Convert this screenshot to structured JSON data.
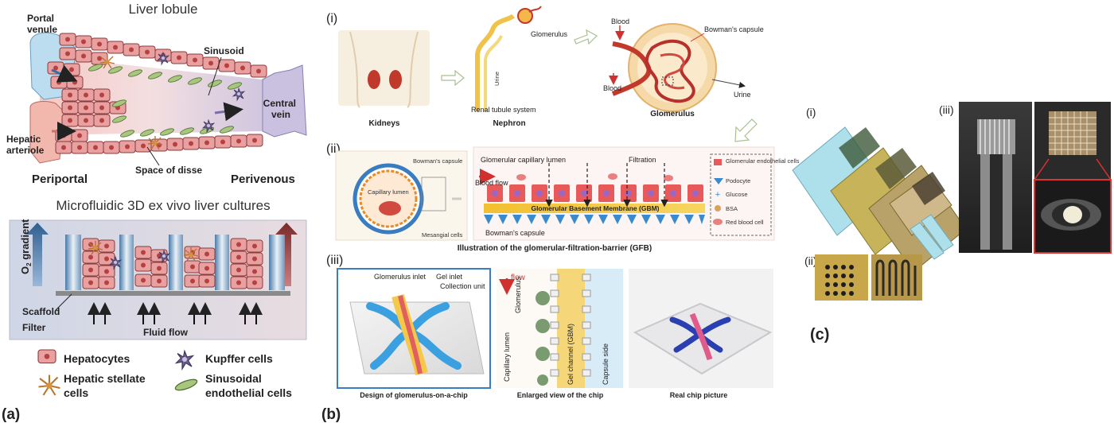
{
  "panel_a": {
    "panel_label": "(a)",
    "top": {
      "title": "Liver lobule",
      "portal_venule": [
        "Portal",
        "venule"
      ],
      "hepatic_arteriole": [
        "Hepatic",
        "arteriole"
      ],
      "sinusoid": "Sinusoid",
      "central_vein": [
        "Central",
        "vein"
      ],
      "space_of_disse": "Space of disse",
      "periportal": "Periportal",
      "perivenous": "Perivenous"
    },
    "bottom": {
      "title": "Microfluidic 3D ex vivo liver cultures",
      "o2_gradient": [
        "O",
        "2",
        " gradient"
      ],
      "scaffold": "Scaffold",
      "filter": "Filter",
      "fluid_flow": "Fluid flow"
    },
    "legend": {
      "hepatocytes": "Hepatocytes",
      "kupffer": "Kupffer cells",
      "stellate": [
        "Hepatic stellate",
        "cells"
      ],
      "sinusoidal": [
        "Sinusoidal",
        "endothelial cells"
      ]
    },
    "colors": {
      "hepatocyte": "#e8a0a0",
      "hepatocyte_nucleus": "#b8403f",
      "portal": "#bcdcef",
      "central": "#c9c1df",
      "endo": "#8fb46b"
    }
  },
  "panel_b": {
    "panel_label": "(b)",
    "i": {
      "label": "(i)",
      "kidneys": "Kidneys",
      "nephron": "Nephron",
      "renal_tubule": "Renal tubule system",
      "urine_vertical": "Urine",
      "glomerulus_small": "Glomerulus",
      "blood_top": "Blood",
      "blood_bottom": "Blood",
      "bowmans_capsule": "Bowman's capsule",
      "urine": "Urine",
      "glomerulus": "Glomerulus"
    },
    "ii": {
      "label": "(ii)",
      "bowmans_capsule_top": "Bowman's capsule",
      "capillary_lumen": "Capillary lumen",
      "mesangial": "Mesangial cells",
      "glomerular_capillary_lumen": "Glomerular capillary lumen",
      "blood_flow": "Blood flow",
      "filtration": "Filtration",
      "gbm": "Glomerular Basement Membrane (GBM)",
      "bowmans_capsule_bottom": "Bowman's capsule",
      "legend": [
        "Glomerular endothelial cells",
        "Podocyte",
        "Glucose",
        "BSA",
        "Red blood cell"
      ],
      "caption": "Illustration of the glomerular-filtration-barrier (GFB)"
    },
    "iii": {
      "label": "(iii)",
      "glomerulus_inlet": "Glomerulus inlet",
      "gel_inlet": "Gel inlet",
      "collection_unit": "Collection unit",
      "flow": "flow",
      "glomerulus_vertical": "Glomerulus",
      "capillary_lumen_vertical": "Capillary lumen",
      "gel_channel_vertical": "Gel channel (GBM)",
      "capsule_side_vertical": "Capsule side",
      "caption_design": "Design of glomerulus-on-a-chip",
      "caption_enlarged": "Enlarged view of the chip",
      "caption_real": "Real chip picture"
    }
  },
  "panel_c": {
    "panel_label": "(c)",
    "i": "(i)",
    "ii": "(ii)",
    "iii": "(iii)"
  }
}
